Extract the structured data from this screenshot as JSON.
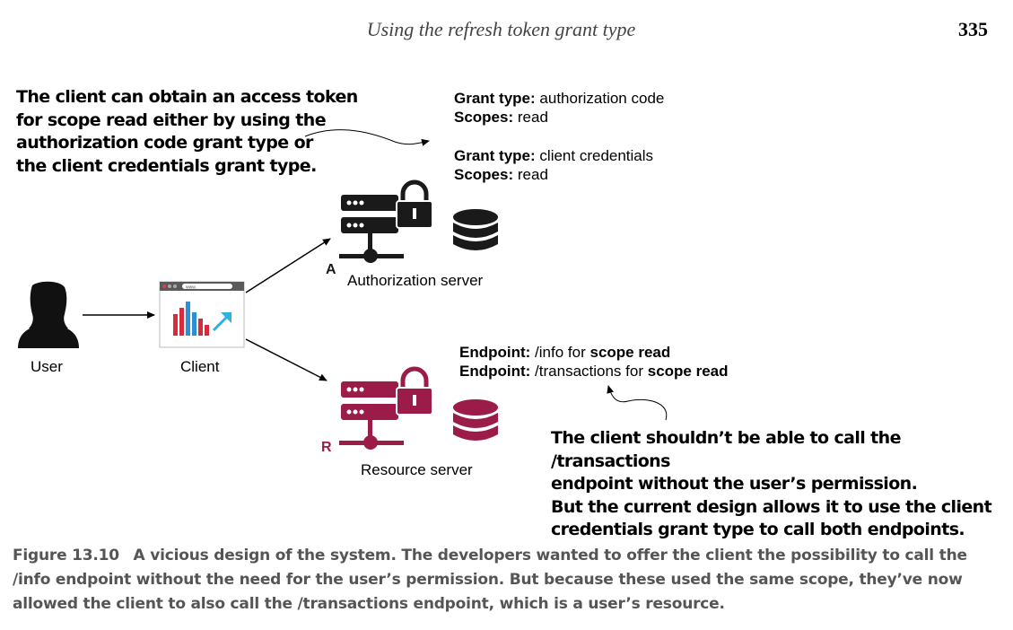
{
  "header": {
    "title": "Using the refresh token grant type",
    "page_number": "335"
  },
  "callout_top": [
    "The client can obtain an access token",
    "for scope read either by using the",
    "authorization code grant type or",
    "the client credentials grant type."
  ],
  "grants": [
    {
      "label1": "Grant type:",
      "value1": "authorization code",
      "label2": "Scopes:",
      "value2": "read"
    },
    {
      "label1": "Grant type:",
      "value1": "client credentials",
      "label2": "Scopes:",
      "value2": "read"
    }
  ],
  "endpoints": [
    {
      "label": "Endpoint:",
      "path": "/info for",
      "scope": "scope read"
    },
    {
      "label": "Endpoint:",
      "path": "/transactions for",
      "scope": "scope read"
    }
  ],
  "callout_bottom": [
    "The client shouldn’t be able to call the /transactions",
    "endpoint without the user’s permission.",
    "But the current design allows it to use the client",
    "credentials grant type to call both endpoints."
  ],
  "nodes": {
    "user": "User",
    "client": "Client",
    "auth_server": "Authorization server",
    "auth_letter": "A",
    "resource_server": "Resource server",
    "resource_letter": "R",
    "browser_url": "www."
  },
  "caption": {
    "figure": "Figure 13.10",
    "lines": [
      "A vicious design of the system. The developers wanted to offer the client the possibility to call the",
      "/info endpoint without the need for the user’s permission. But because these used the same scope, they’ve now",
      "allowed the client to also call the /transactions endpoint, which is a user’s resource."
    ]
  },
  "colors": {
    "auth": "#1a1a1a",
    "resource": "#9b1c48",
    "chart_red": "#d62b3d",
    "chart_blue": "#2f8fd6",
    "chart_cyan": "#2bb3e0"
  },
  "icons": [
    "user-icon",
    "browser-icon",
    "server-icon",
    "lock-icon",
    "database-icon",
    "arrow-icon"
  ]
}
